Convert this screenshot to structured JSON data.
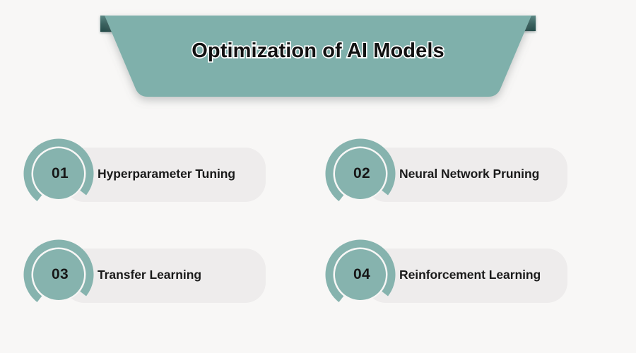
{
  "banner": {
    "title": "Optimization of AI Models",
    "fill_color": "#7fb0ab",
    "fold_color": "#2f5a57",
    "title_color": "#111111",
    "title_outline_color": "#ffffff"
  },
  "theme": {
    "page_background": "#f8f7f6",
    "accent_teal": "#7fb0ab",
    "badge_teal": "#86b3ae",
    "card_background": "#eeecec",
    "text_color": "#1a1a1a"
  },
  "cards": [
    {
      "number": "01",
      "label": "Hyperparameter Tuning"
    },
    {
      "number": "02",
      "label": "Neural Network Pruning"
    },
    {
      "number": "03",
      "label": "Transfer Learning"
    },
    {
      "number": "04",
      "label": "Reinforcement Learning"
    }
  ]
}
